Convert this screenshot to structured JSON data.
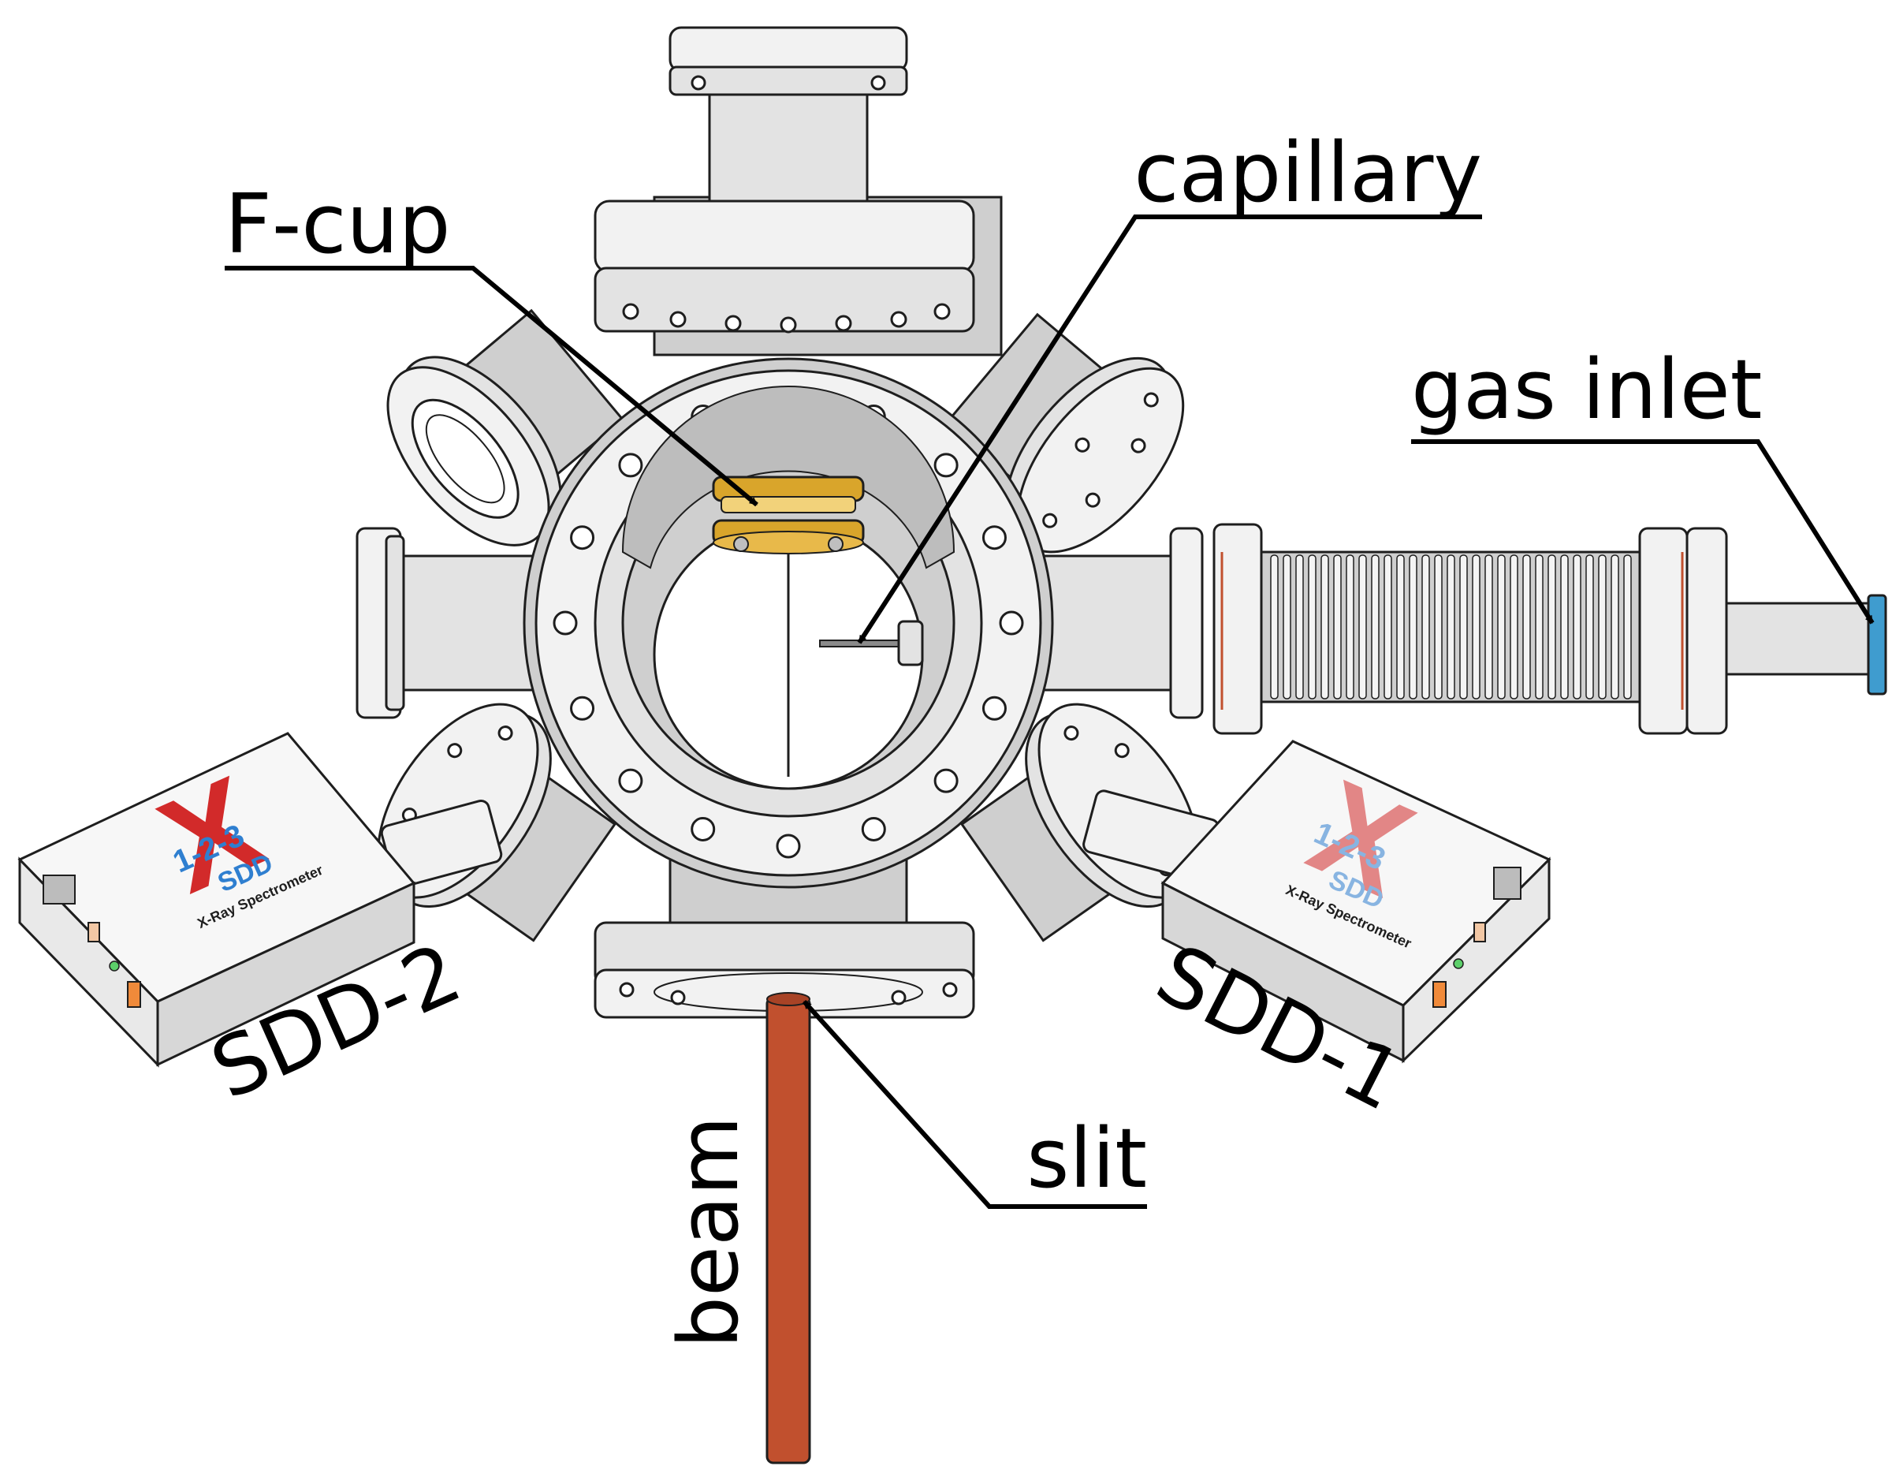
{
  "labels": {
    "fcup": "F-cup",
    "capillary": "capillary",
    "gas_inlet": "gas inlet",
    "sdd2": "SDD-2",
    "sdd1": "SDD-1",
    "slit": "slit",
    "beam": "beam"
  },
  "sdd_logo": {
    "numbers": "1-2-3",
    "mark": "X",
    "acronym": "SDD",
    "caption": "X-Ray Spectrometer"
  },
  "colors": {
    "beam": "#c1502e",
    "fcup_gold": "#d9a52b",
    "gas_inlet_cap": "#3f9ccf",
    "logo_red": "#d22a2a",
    "logo_blue": "#2f7fd0"
  }
}
